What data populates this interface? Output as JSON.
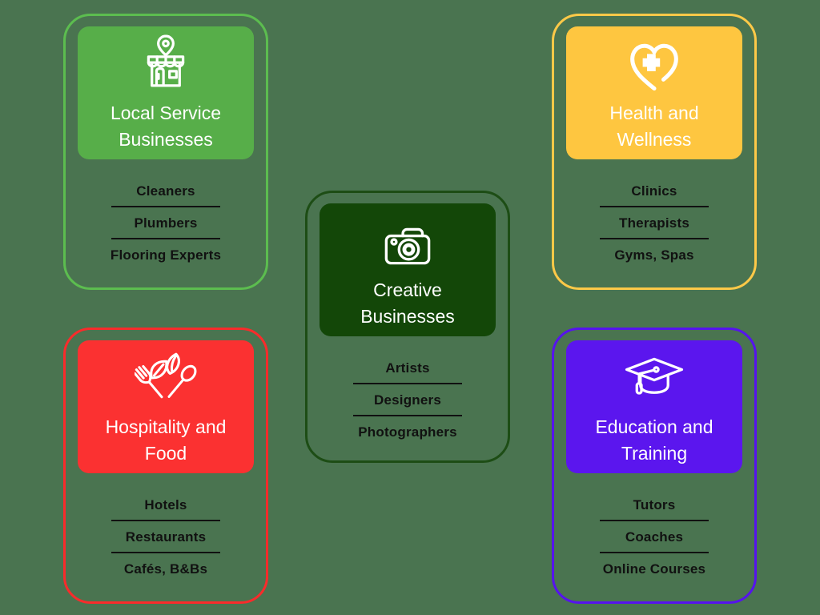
{
  "canvas": {
    "background": "#4a7450"
  },
  "text_colors": {
    "title": "#ffffff",
    "item": "#111111"
  },
  "cards": [
    {
      "title": "Local Service Businesses",
      "icon": "storefront-icon",
      "colors": {
        "fill": "#57ae49",
        "border": "#5cbd4f"
      },
      "items": [
        "Cleaners",
        "Plumbers",
        "Flooring Experts"
      ]
    },
    {
      "title": "Health and Wellness",
      "icon": "heart-cross-icon",
      "colors": {
        "fill": "#fec640",
        "border": "#fdc948"
      },
      "items": [
        "Clinics",
        "Therapists",
        "Gyms, Spas"
      ]
    },
    {
      "title": "Creative Businesses",
      "icon": "camera-icon",
      "colors": {
        "fill": "#134708",
        "border": "#1d4d15"
      },
      "items": [
        "Artists",
        "Designers",
        "Photographers"
      ]
    },
    {
      "title": "Hospitality and Food",
      "icon": "cutlery-leaves-icon",
      "colors": {
        "fill": "#fb3131",
        "border": "#f92b2b"
      },
      "items": [
        "Hotels",
        "Restaurants",
        "Cafés, B&Bs"
      ]
    },
    {
      "title": "Education and Training",
      "icon": "graduation-cap-icon",
      "colors": {
        "fill": "#5b16ee",
        "border": "#5613ee"
      },
      "items": [
        "Tutors",
        "Coaches",
        "Online Courses"
      ]
    }
  ]
}
